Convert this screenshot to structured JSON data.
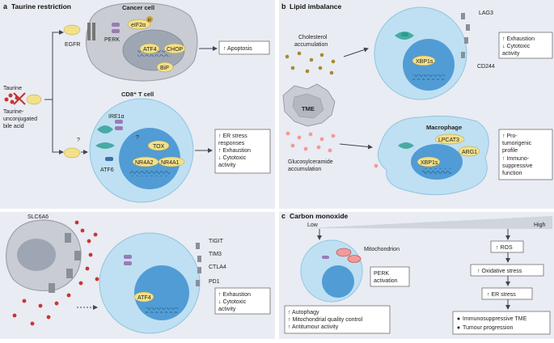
{
  "panel_a": {
    "letter": "a",
    "title": "Taurine restriction",
    "taurine": "Taurine",
    "taurine_bile_1": "Taurine-",
    "taurine_bile_2": "unconjugated",
    "taurine_bile_3": "bile acid",
    "egfr": "EGFR",
    "perk": "PERK",
    "cancer_cell": "Cancer cell",
    "eif2a": "eIF2α",
    "p_badge": "P",
    "atf4": "ATF4",
    "chop": "CHOP",
    "bip": "BiP",
    "apoptosis": "↑ Apoptosis",
    "question": "?",
    "cd8_cell": "CD8⁺ T cell",
    "ire1a": "IRE1α",
    "atf6": "ATF6",
    "tox": "TOX",
    "nr4a2": "NR4A2",
    "nr4a1": "NR4A1",
    "er_box": [
      "↑ ER stress",
      "responses",
      "↑ Exhaustion",
      "↓ Cytotoxic",
      "activity"
    ],
    "slc6a6": "SLC6A6",
    "tigit": "TIGIT",
    "tim3": "TIM3",
    "ctla4": "CTLA4",
    "pd1": "PD1",
    "atf4_b": "ATF4",
    "exh_box": [
      "↑ Exhaustion",
      "↓ Cytotoxic",
      "activity"
    ]
  },
  "panel_b": {
    "letter": "b",
    "title": "Lipid imbalance",
    "cholesterol": [
      "Cholesterol",
      "accumulation"
    ],
    "tme": "TME",
    "glucosylceramide": [
      "Glucosylceramide",
      "accumulation"
    ],
    "xbp1s": "XBP1s",
    "lag3": "LAG3",
    "cd244": "CD244",
    "exh_box": [
      "↑ Exhaustion",
      "↓ Cytotoxic",
      "activity"
    ],
    "macrophage": "Macrophage",
    "lpcat3": "LPCAT3",
    "arg1": "ARG1",
    "xbp1s_m": "XBP1s",
    "pro_box": [
      "↑ Pro-",
      "tumorigenic",
      "profile",
      "↑ Immuno-",
      "suppressive",
      "function"
    ]
  },
  "panel_c": {
    "letter": "c",
    "title": "Carbon monoxide",
    "low": "Low",
    "high": "High",
    "mitochondrion": "Mitochondrion",
    "perk_box": [
      "PERK",
      "activation"
    ],
    "left_box": [
      "↑ Autophagy",
      "↑ Mitochondrial quality control",
      "↑ Antitumour activity"
    ],
    "ros": "↑ ROS",
    "oxidative": "↑ Oxidative stress",
    "er_stress": "↑ ER stress",
    "bullets": [
      "Immunosuppressive TME",
      "Tumour progression"
    ]
  },
  "colors": {
    "panel_bg": "#e9ecf2",
    "cell_blue": "#bfe0f2",
    "nucleus_blue": "#3d8fd0",
    "cancer_grey": "#c9ccd3",
    "yellow": "#f3e08a",
    "red": "#cc3333",
    "teal": "#2a9d8f",
    "purple": "#9b7bb5"
  }
}
